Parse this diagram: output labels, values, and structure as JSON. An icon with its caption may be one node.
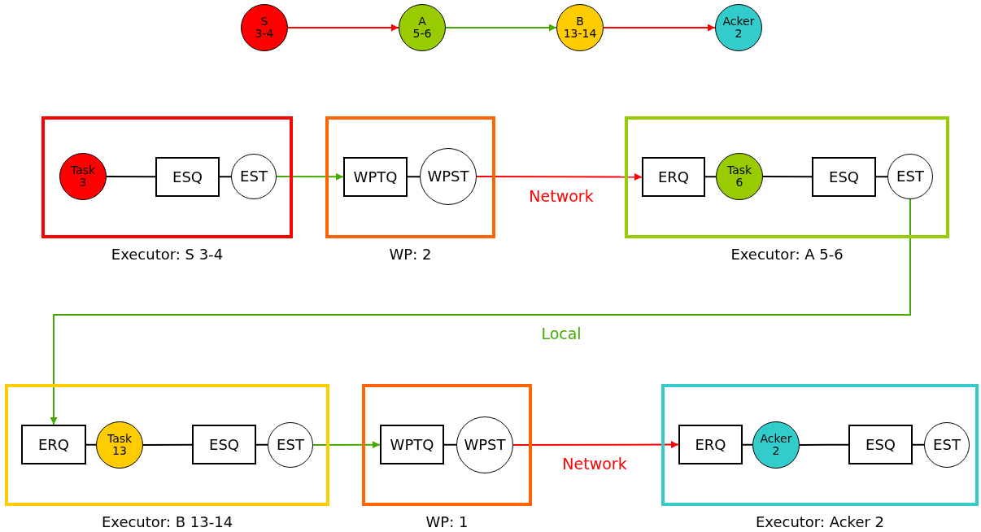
{
  "diagram": {
    "nodes": [
      {
        "text": [
          "S 3-4"
        ]
      },
      {
        "text": [
          "A 5-6"
        ]
      },
      {
        "text": [
          "B 13-14"
        ]
      },
      {
        "text": [
          "Acker 2"
        ]
      },
      {
        "text": [
          "Executor: S 3-4"
        ]
      },
      {
        "text": [
          "Task 3"
        ],
        "in": 4
      },
      {
        "text": [
          "ESQ"
        ],
        "in": 4
      },
      {
        "text": [
          "EST"
        ],
        "in": 4
      },
      {
        "text": [
          "WP: 2"
        ]
      },
      {
        "text": [
          "WPTQ"
        ],
        "in": 8
      },
      {
        "text": [
          "WPST"
        ],
        "in": 8
      },
      {
        "text": [
          "Executor: A 5-6"
        ]
      },
      {
        "text": [
          "ERQ"
        ],
        "in": 11
      },
      {
        "text": [
          "Task 6"
        ],
        "in": 11
      },
      {
        "text": [
          "ESQ"
        ],
        "in": 11
      },
      {
        "text": [
          "EST"
        ],
        "in": 11
      },
      {
        "text": [
          "Executor: B 13-14"
        ]
      },
      {
        "text": [
          "ERQ"
        ],
        "in": 16
      },
      {
        "text": [
          "Task 13"
        ],
        "in": 16
      },
      {
        "text": [
          "ESQ"
        ],
        "in": 16
      },
      {
        "text": [
          "EST"
        ],
        "in": 16
      },
      {
        "text": [
          "WP: 1"
        ]
      },
      {
        "text": [
          "WPTQ"
        ],
        "in": 21
      },
      {
        "text": [
          "WPST"
        ],
        "in": 21
      },
      {
        "text": [
          "Executor: Acker 2"
        ]
      },
      {
        "text": [
          "ERQ"
        ],
        "in": 24
      },
      {
        "text": [
          "Acker 2"
        ],
        "in": 24
      },
      {
        "text": [
          "ESQ"
        ],
        "in": 24
      },
      {
        "text": [
          "EST"
        ],
        "in": 24
      }
    ],
    "edges": [
      {
        "from": 0,
        "to": 1,
        "arrow": "to",
        "color": "#ff0000"
      },
      {
        "from": 1,
        "to": 2,
        "arrow": "to",
        "color": "#44aa00"
      },
      {
        "from": 2,
        "to": 3,
        "arrow": "to",
        "color": "#ff0000"
      },
      {
        "from": 5,
        "to": 6,
        "arrow": "none"
      },
      {
        "from": 6,
        "to": 7,
        "arrow": "none"
      },
      {
        "from": 7,
        "to": 9,
        "arrow": "to",
        "color": "#44aa00"
      },
      {
        "from": 9,
        "to": 10,
        "arrow": "none"
      },
      {
        "from": 10,
        "to": 12,
        "arrow": "to",
        "label": "Network",
        "color": "#ff0000"
      },
      {
        "from": 12,
        "to": 13,
        "arrow": "none"
      },
      {
        "from": 13,
        "to": 14,
        "arrow": "none"
      },
      {
        "from": 14,
        "to": 15,
        "arrow": "none"
      },
      {
        "from": 15,
        "to": 17,
        "arrow": "to",
        "label": "Local",
        "color": "#44aa00"
      },
      {
        "from": 17,
        "to": 18,
        "arrow": "none"
      },
      {
        "from": 18,
        "to": 19,
        "arrow": "none"
      },
      {
        "from": 19,
        "to": 20,
        "arrow": "none"
      },
      {
        "from": 20,
        "to": 22,
        "arrow": "to",
        "color": "#44aa00"
      },
      {
        "from": 22,
        "to": 23,
        "arrow": "none"
      },
      {
        "from": 23,
        "to": 25,
        "arrow": "to",
        "label": "Network",
        "color": "#ff0000"
      },
      {
        "from": 25,
        "to": 26,
        "arrow": "none"
      },
      {
        "from": 26,
        "to": 27,
        "arrow": "none"
      },
      {
        "from": 27,
        "to": 28,
        "arrow": "none"
      }
    ]
  }
}
